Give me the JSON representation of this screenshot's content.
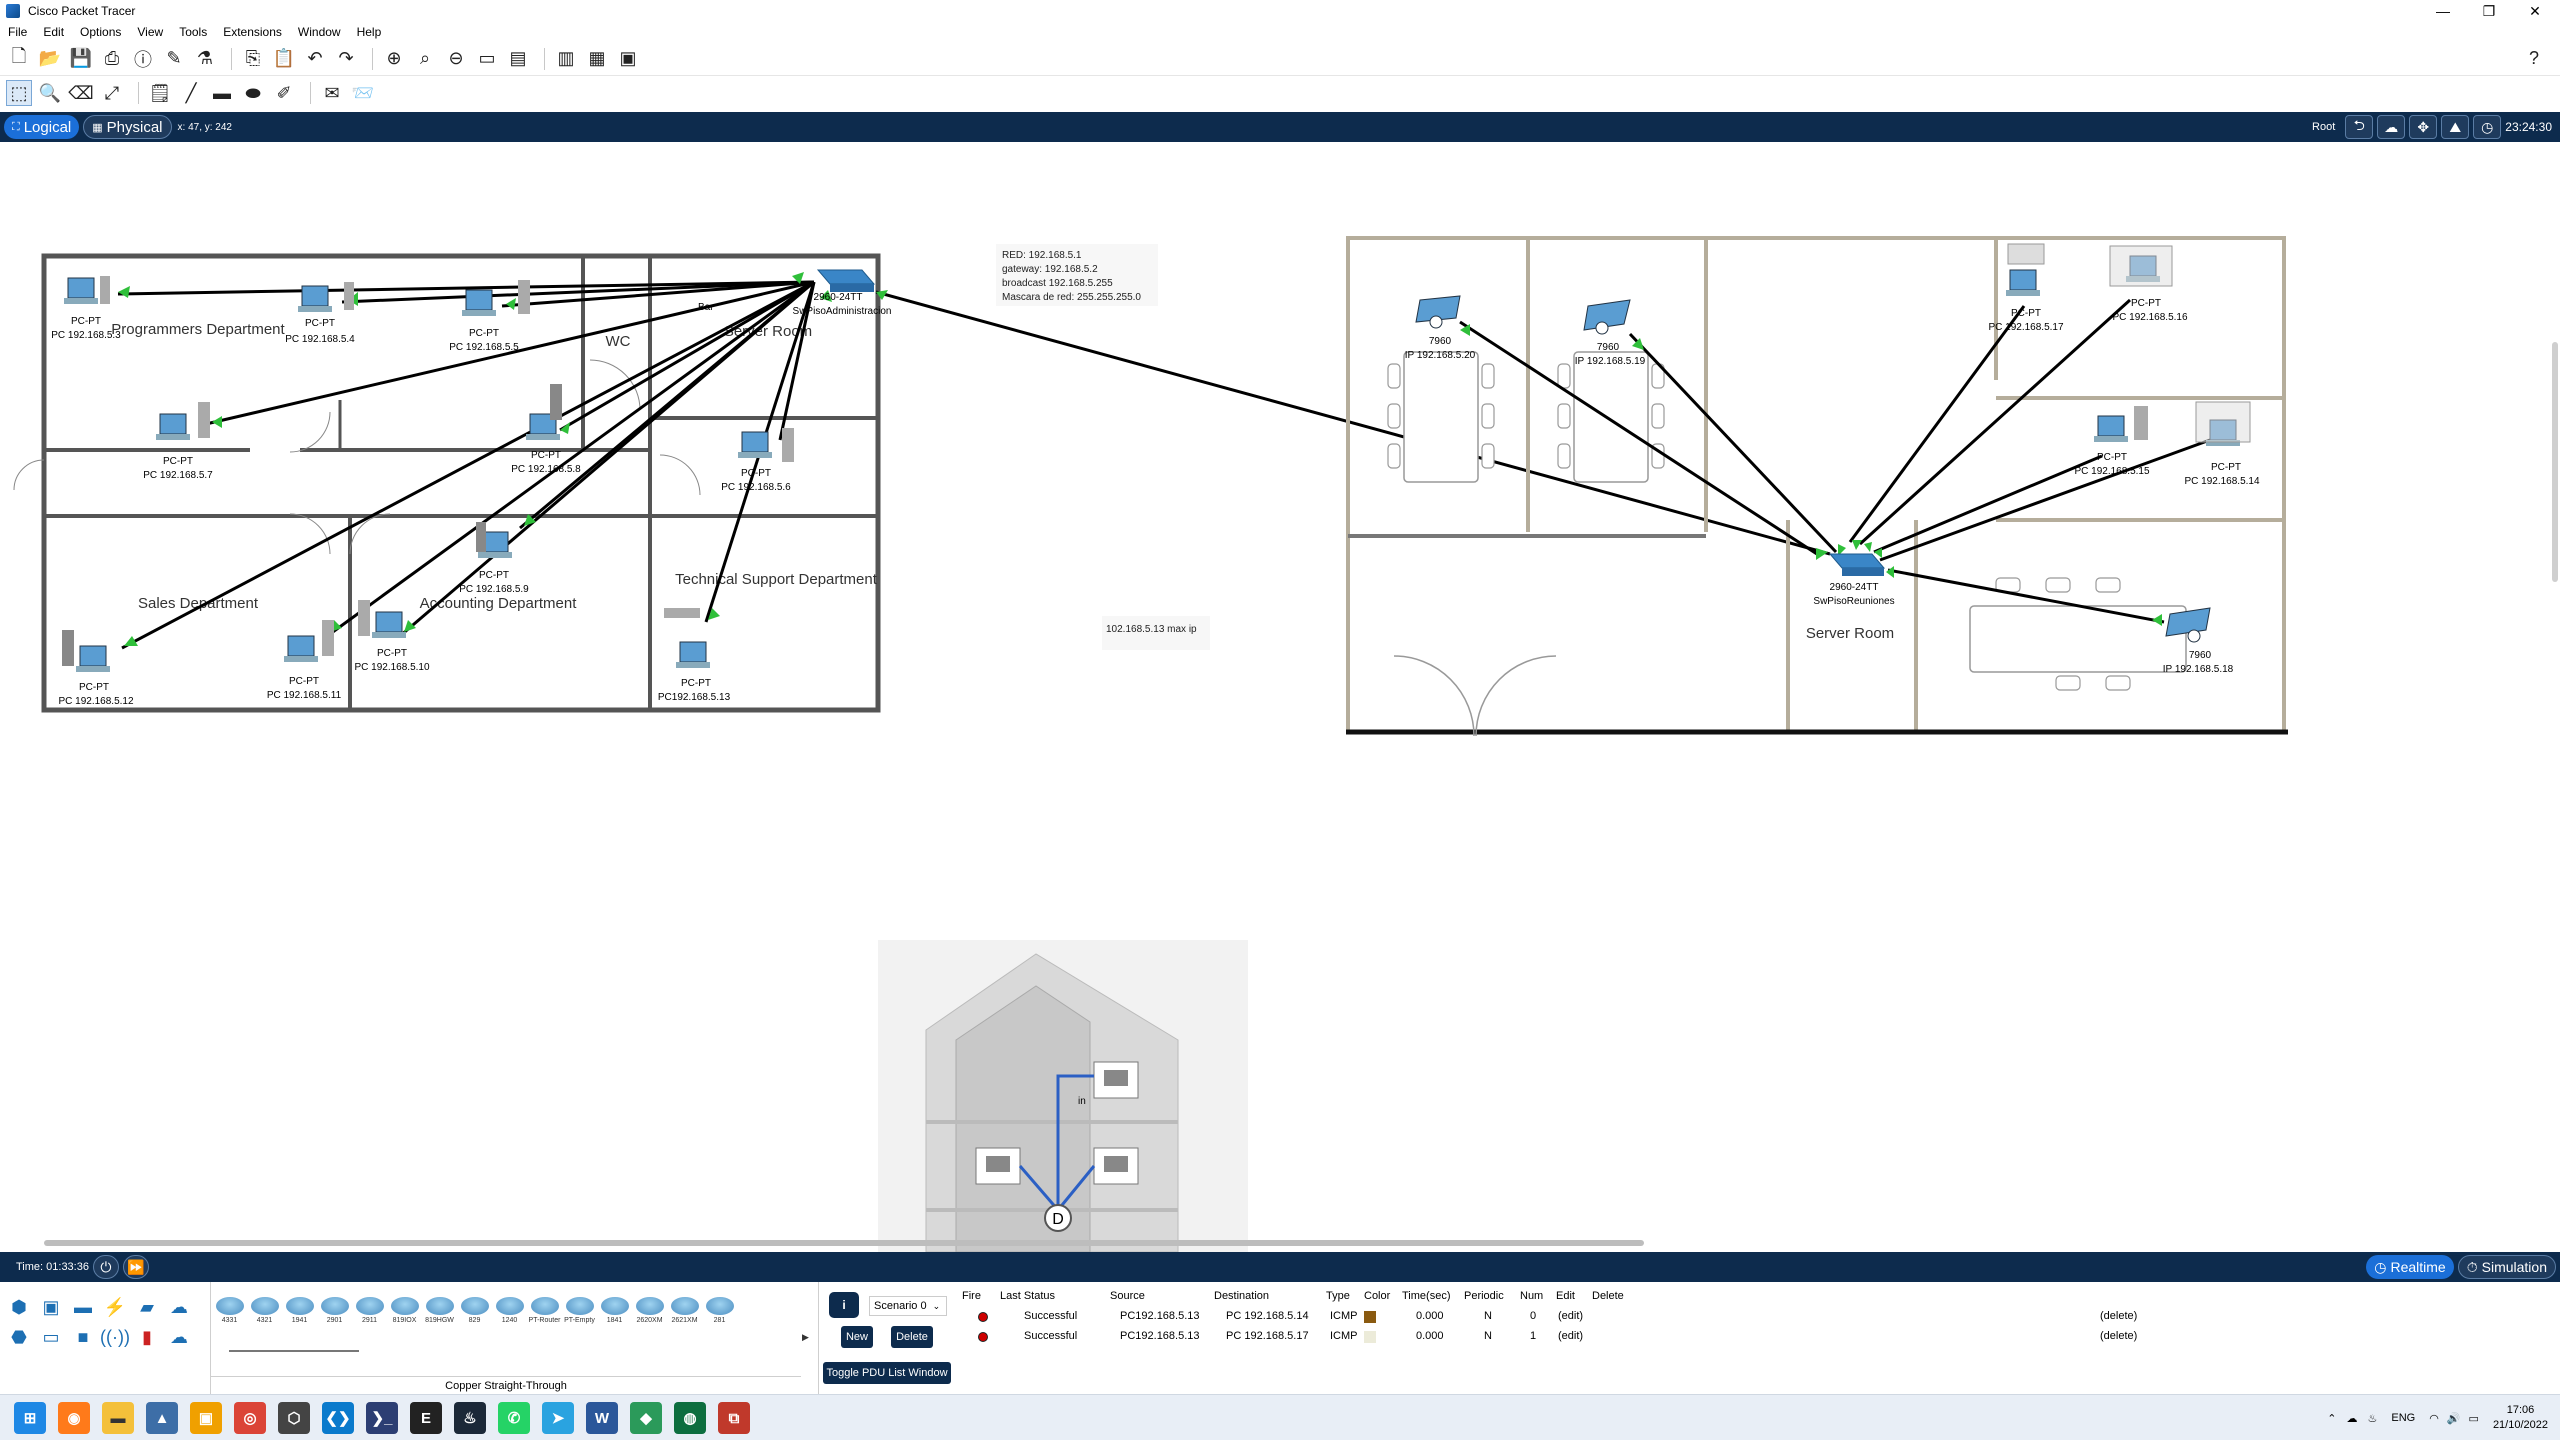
{
  "window": {
    "title": "Cisco Packet Tracer",
    "minimize": "—",
    "maximize": "❐",
    "close": "✕"
  },
  "menu": [
    "File",
    "Edit",
    "Options",
    "View",
    "Tools",
    "Extensions",
    "Window",
    "Help"
  ],
  "toolbar_icons": [
    "new-icon",
    "open-icon",
    "save-icon",
    "print-icon",
    "info-icon",
    "wizard-icon",
    "activity-wizard-icon",
    "copy-icon",
    "paste-icon",
    "undo-icon",
    "redo-icon",
    "zoom-in-icon",
    "zoom-reset-icon",
    "zoom-out-icon",
    "drawing-palette-icon",
    "custom-device-icon",
    "cluster-icon",
    "viewport-icon"
  ],
  "tools_icons": [
    "select-icon",
    "inspect-icon",
    "delete-icon",
    "resize-icon",
    "note-icon",
    "line-icon",
    "rectangle-icon",
    "ellipse-icon",
    "freeform-icon",
    "add-simple-pdu-icon",
    "add-complex-pdu-icon"
  ],
  "help_glyph": "?",
  "modebar": {
    "logical": "Logical",
    "physical": "Physical",
    "coords": "x: 47, y: 242",
    "root": "Root",
    "clock": "23:24:30"
  },
  "workspace": {
    "left_rooms": [
      "Programmers Department",
      "WC",
      "Server Room",
      "Sales Department",
      "Accounting Department",
      "Technical Support Department"
    ],
    "left_small_label": "Bar",
    "left_devices": [
      {
        "type": "PC-PT",
        "label": "PC 192.168.5.3"
      },
      {
        "type": "PC-PT",
        "label": "PC 192.168.5.4"
      },
      {
        "type": "PC-PT",
        "label": "PC 192.168.5.5"
      },
      {
        "type": "PC-PT",
        "label": "PC 192.168.5.7"
      },
      {
        "type": "PC-PT",
        "label": "PC 192.168.5.8"
      },
      {
        "type": "PC-PT",
        "label": "PC 192.168.5.6"
      },
      {
        "type": "PC-PT",
        "label": "PC 192.168.5.9"
      },
      {
        "type": "PC-PT",
        "label": "PC 192.168.5.10"
      },
      {
        "type": "PC-PT",
        "label": "PC 192.168.5.11"
      },
      {
        "type": "PC-PT",
        "label": "PC 192.168.5.12"
      },
      {
        "type": "PC-PT",
        "label": "PC192.168.5.13"
      }
    ],
    "left_switch": {
      "model": "2960-24TT",
      "name": "SwPisoAdministracion"
    },
    "note_lines": [
      "RED: 192.168.5.1",
      "gateway: 192.168.5.2",
      "broadcast 192.168.5.255",
      "Mascara de red: 255.255.255.0"
    ],
    "note2": "102.168.5.13 max ip",
    "right_room": "Server Room",
    "right_switch": {
      "model": "2960-24TT",
      "name": "SwPisoReuniones"
    },
    "right_devices": [
      {
        "type": "7960",
        "label": "IP 192.168.5.20"
      },
      {
        "type": "7960",
        "label": "IP 192.168.5.19"
      },
      {
        "type": "PC-PT",
        "label": "PC 192.168.5.17"
      },
      {
        "type": "PC-PT",
        "label": "PC 192.168.5.16"
      },
      {
        "type": "PC-PT",
        "label": "PC 192.168.5.15"
      },
      {
        "type": "PC-PT",
        "label": "PC 192.168.5.14"
      },
      {
        "type": "7960",
        "label": "IP 192.168.5.18"
      }
    ],
    "house_labels": [
      "in",
      "D"
    ]
  },
  "status": {
    "time": "Time: 01:33:36",
    "realtime": "Realtime",
    "simulation": "Simulation"
  },
  "device_models": [
    "4331",
    "4321",
    "1941",
    "2901",
    "2911",
    "819IOX",
    "819HGW",
    "829",
    "1240",
    "PT-Router",
    "PT-Empty",
    "1841",
    "2620XM",
    "2621XM",
    "281"
  ],
  "device_selected": "Copper Straight-Through",
  "pdu": {
    "scenario": "Scenario 0",
    "new": "New",
    "delete": "Delete",
    "toggle": "Toggle PDU List Window"
  },
  "pdu_table": {
    "headers": [
      "Fire",
      "Last Status",
      "Source",
      "Destination",
      "Type",
      "Color",
      "Time(sec)",
      "Periodic",
      "Num",
      "Edit",
      "Delete"
    ],
    "rows": [
      {
        "status": "Successful",
        "source": "PC192.168.5.13",
        "destination": "PC 192.168.5.14",
        "type": "ICMP",
        "color": "#8a5a10",
        "time": "0.000",
        "periodic": "N",
        "num": "0",
        "edit": "(edit)",
        "delete": "(delete)"
      },
      {
        "status": "Successful",
        "source": "PC192.168.5.13",
        "destination": "PC 192.168.5.17",
        "type": "ICMP",
        "color": "#ecebd9",
        "time": "0.000",
        "periodic": "N",
        "num": "1",
        "edit": "(edit)",
        "delete": "(delete)"
      }
    ]
  },
  "taskbar": {
    "lang": "ENG",
    "time": "17:06",
    "date": "21/10/2022"
  }
}
